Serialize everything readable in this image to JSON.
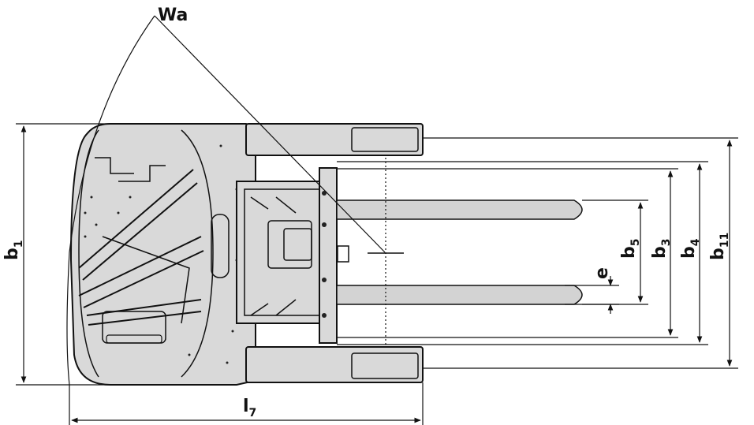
{
  "labels": {
    "wa": "Wa",
    "b1": {
      "main": "b",
      "sub": "1"
    },
    "l7": {
      "main": "l",
      "sub": "7"
    },
    "b3": {
      "main": "b",
      "sub": "3"
    },
    "b4": {
      "main": "b",
      "sub": "4"
    },
    "b5": {
      "main": "b",
      "sub": "5"
    },
    "b11": {
      "main": "b",
      "sub": "11"
    },
    "e": "e"
  }
}
